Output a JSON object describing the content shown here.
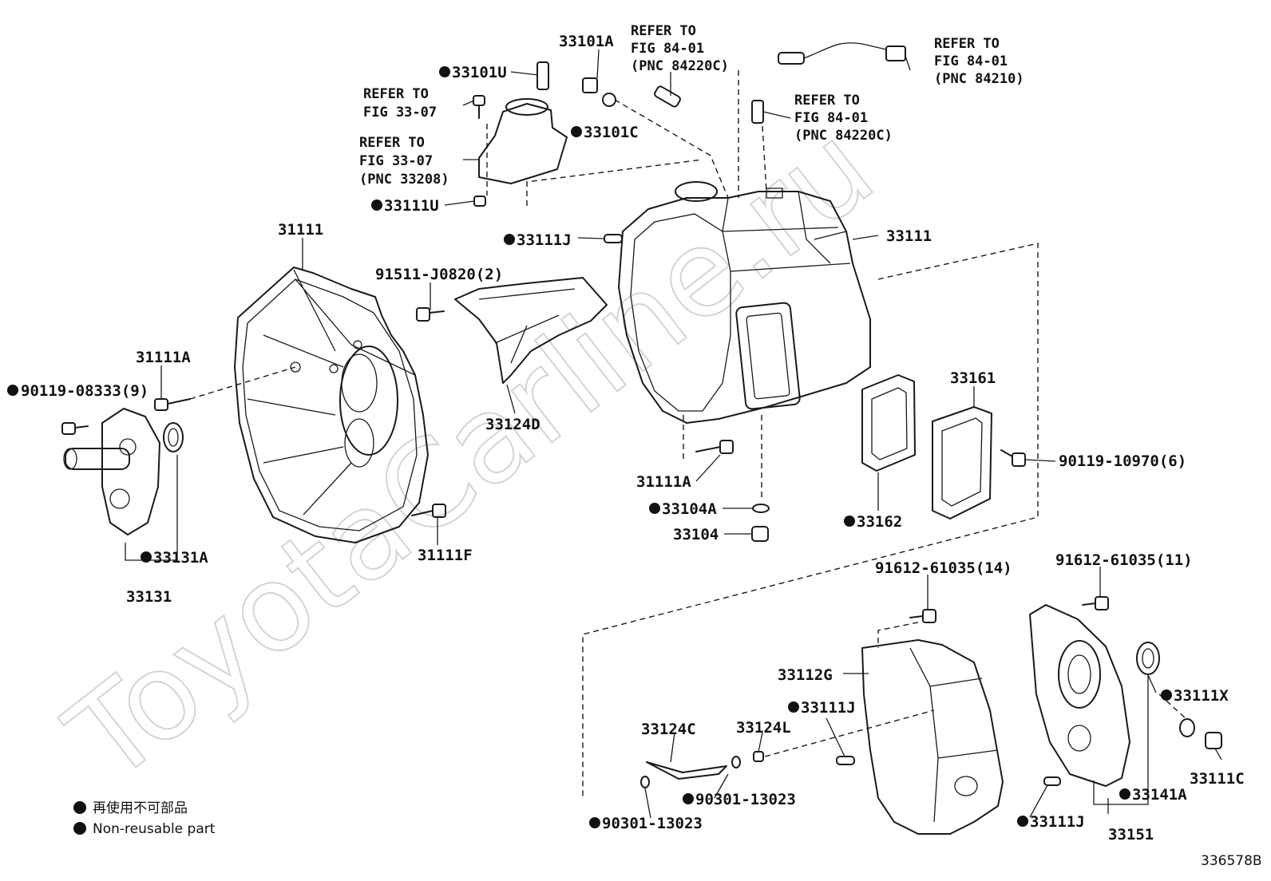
{
  "watermark": "ToyotaCarline.ru",
  "figure_code": "336578B",
  "legend": [
    {
      "text": "再使用不可部品"
    },
    {
      "text": "Non-reusable part"
    }
  ],
  "labels": {
    "p31111": "31111",
    "p33111": "33111",
    "p33101A": "33101A",
    "p33101U": "33101U",
    "p33101C": "33101C",
    "p33111U": "33111U",
    "p33111J_a": "33111J",
    "p91511": "91511-J0820(2)",
    "p31111A_a": "31111A",
    "p90119_a": "90119-08333(9)",
    "p33124D": "33124D",
    "p31111A_b": "31111A",
    "p33104A": "33104A",
    "p33104": "33104",
    "p31111F": "31111F",
    "p33131A": "33131A",
    "p33131": "33131",
    "p33161": "33161",
    "p33162": "33162",
    "p90119_b": "90119-10970(6)",
    "p91612_a": "91612-61035(14)",
    "p91612_b": "91612-61035(11)",
    "p33112G": "33112G",
    "p33111X": "33111X",
    "p33111J_b": "33111J",
    "p33124C": "33124C",
    "p33124L": "33124L",
    "p90301_a": "90301-13023",
    "p90301_b": "90301-13023",
    "p33111C": "33111C",
    "p33141A": "33141A",
    "p33111J_c": "33111J",
    "p33151": "33151"
  },
  "refers": {
    "r1": [
      "REFER TO",
      "FIG 33-07"
    ],
    "r2": [
      "REFER TO",
      "FIG 33-07",
      "(PNC 33208)"
    ],
    "r3": [
      "REFER TO",
      "FIG 84-01",
      "(PNC 84220C)"
    ],
    "r4": [
      "REFER TO",
      "FIG 84-01",
      "(PNC 84220C)"
    ],
    "r5": [
      "REFER TO",
      "FIG 84-01",
      "(PNC 84210)"
    ]
  }
}
